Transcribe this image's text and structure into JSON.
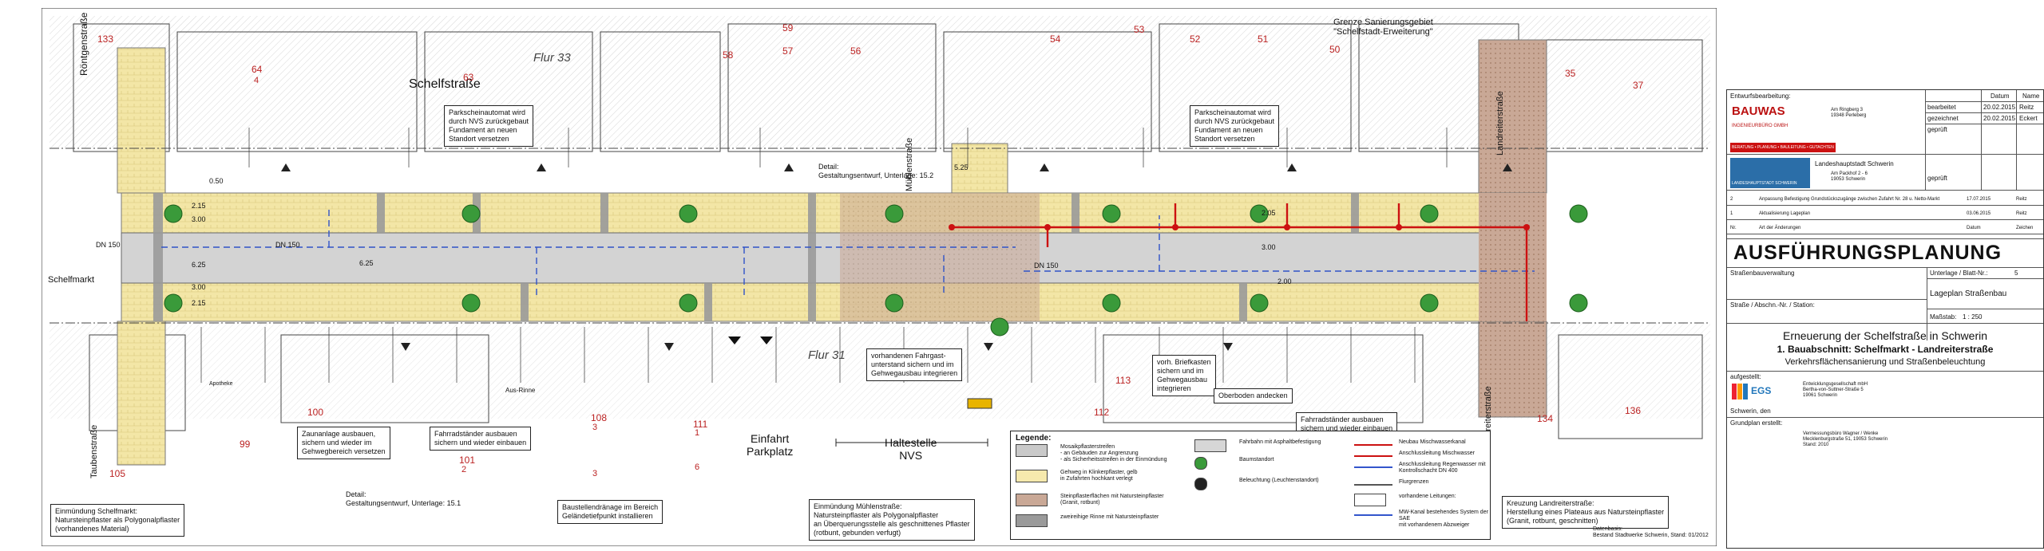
{
  "plan": {
    "street_names": {
      "schelfstrasse": "Schelfstraße",
      "roentgenstrasse": "Röntgenstraße",
      "muehlenstrasse": "Mühlenstraße",
      "landreiterstrasse_top": "Landreiterstraße",
      "landreiterstrasse_bottom": "Landreiterstraße",
      "taubenstrasse": "Taubenstraße",
      "schelfmarkt": "Schelfmarkt"
    },
    "flur": {
      "f33": "Flur 33",
      "f31": "Flur 31"
    },
    "parcel_numbers": [
      "133",
      "64",
      "63",
      "58",
      "57",
      "56",
      "59",
      "54",
      "53",
      "52",
      "51",
      "50",
      "35",
      "37",
      "100",
      "99",
      "101",
      "108",
      "111",
      "112",
      "113",
      "134",
      "136",
      "105"
    ],
    "parcel_subs": {
      "p64": "4",
      "p101": "2",
      "p103": "3",
      "p111a": "1",
      "p111b": "6",
      "p108": "3"
    },
    "labels": {
      "einfahrt": "Einfahrt\nParkplatz",
      "haltestelle": "Haltestelle\nNVS",
      "grenze": "Grenze Sanierungsgebiet\n\"Schelfstadt-Erweiterung\"",
      "aus_rinne": "Aus-Rinne",
      "apotheke": "Apotheke"
    },
    "callouts": {
      "parkschein1": "Parkscheinautomat wird\ndurch NVS zurückgebaut\nFundament an neuen\nStandort versetzen",
      "parkschein2": "Parkscheinautomat wird\ndurch NVS zurückgebaut\nFundament an neuen\nStandort versetzen",
      "detail1": "Detail:\nGestaltungsentwurf, Unterlage: 15.2",
      "detail2": "Detail:\nGestaltungsentwurf, Unterlage: 15.1",
      "fahrgast": "vorhandenen Fahrgast-\nunterstand sichern und im\nGehwegausbau integrieren",
      "briefkasten": "vorh. Briefkasten\nsichern und im\nGehwegausbau\nintegrieren",
      "oberboden": "Oberboden andecken",
      "fahrradstaender1": "Fahrradständer ausbauen\nsichern und wieder einbauen",
      "fahrradstaender2": "Fahrradständer ausbauen\nsichern und wieder einbauen",
      "zaun": "Zaunanlage ausbauen,\nsichern und wieder im\nGehwegbereich versetzen",
      "baudrain": "Baustellendränage im Bereich\nGeländetiefpunkt installieren",
      "einm_schelfmarkt": "Einmündung Schelfmarkt:\nNatursteinpflaster als Polygonalpflaster\n(vorhandenes Material)",
      "einm_muehlen": "Einmündung Mühlenstraße:\nNatursteinpflaster als Polygonalpflaster\nan Überquerungsstelle als geschnittenes Pflaster\n(rotbunt, gebunden verfugt)",
      "kreuzung": "Kreuzung Landreiterstraße:\nHerstellung eines Plateaus aus Natursteinpflaster\n(Granit, rotbunt, geschnitten)",
      "datenbasis": "Datenbasis:\nBestand Stadtwerke Schwerin, Stand: 01/2012"
    },
    "dims": [
      "2.15",
      "3.00",
      "6.25",
      "3.00",
      "2.15",
      "5.25",
      "6.25",
      "2.05",
      "3.00",
      "2.00",
      "DN 150",
      "DN 150",
      "DN 150",
      "0.50"
    ],
    "legend": {
      "title": "Legende:",
      "items": [
        {
          "label": "Mosaikpflasterstreifen\n- an Gebäuden zur Angrenzung\n- als Sicherheitsstreifen in der Einmündung",
          "color": "#c9c9c9"
        },
        {
          "label": "Gehweg in Klinkerpflaster, gelb\nin Zufahrten hochkant verlegt",
          "color": "#f6e9ad"
        },
        {
          "label": "Steinpflasterflächen mit Natursteinpflaster\n(Granit, rotbunt)",
          "color": "#c9a896"
        },
        {
          "label": "zweireihige Rinne mit Natursteinpflaster",
          "color": "#9a9a9a"
        },
        {
          "label": "Fahrbahn mit Asphaltbefestigung",
          "color": "#d6d6d6"
        },
        {
          "label": "Baumstandort",
          "color": "#3a9a3a"
        },
        {
          "label": "Beleuchtung (Leuchtenstandort)",
          "color": "#222222"
        },
        {
          "label": "Neubau Mischwasserkanal",
          "color": "#cc1111"
        },
        {
          "label": "Anschlussleitung Mischwasser",
          "color": "#cc1111"
        },
        {
          "label": "Anschlussleitung Regenwasser mit\nKontrollschacht DN 400",
          "color": "#3355cc"
        },
        {
          "label": "Flurgrenzen",
          "color": "#555555"
        },
        {
          "label": "vorhandene Leitungen:",
          "color": "#ffffff"
        },
        {
          "label": "MW-Kanal bestehendes System der SAE\nmit vorhandenem Abzweiger",
          "color": "#3355cc"
        }
      ]
    }
  },
  "title_block": {
    "entwurf_label": "Entwurfsbearbeitung:",
    "company": "BAUWAS",
    "company_sub": "INGENIEURBÜRO GMBH",
    "company_tag": "BERATUNG • PLANUNG • BAULEITUNG • GUTACHTEN",
    "company_addr": "Am Ringberg 3\n19348 Perleberg",
    "col_datum": "Datum",
    "col_name": "Name",
    "bearbeitet": "bearbeitet",
    "bearbeitet_date": "20.02.2015",
    "bearbeitet_name": "Reitz",
    "gezeichnet": "gezeichnet",
    "gezeichnet_date": "20.02.2015",
    "gezeichnet_name": "Eckert",
    "geprueft": "geprüft",
    "client": "Landeshauptstadt Schwerin",
    "client_addr": "Am Packhof 2 - 6\n19053 Schwerin",
    "client_logo": "LANDESHAUPTSTADT SCHWERIN",
    "geprueft2": "geprüft",
    "revisions": [
      {
        "nr": "2",
        "text": "Anpassung Befestigung Grundstückszugänge zwischen Zufahrt Nr. 28 u. Netto-Markt",
        "datum": "17.07.2015",
        "name": "Reitz"
      },
      {
        "nr": "1",
        "text": "Aktualisierung Lageplan",
        "datum": "03.06.2015",
        "name": "Reitz"
      },
      {
        "nr": "Nr.",
        "text": "Art der Änderungen",
        "datum": "Datum",
        "name": "Zeichen"
      }
    ],
    "heading": "AUSFÜHRUNGSPLANUNG",
    "strassenbauverwaltung": "Straßenbauverwaltung",
    "unterlage_label": "Unterlage / Blatt-Nr.:",
    "unterlage_value": "5",
    "lageplan": "Lageplan Straßenbau",
    "strasse_label": "Straße / Abschn.-Nr. / Station:",
    "massstab_label": "Maßstab:",
    "massstab_value": "1 : 250",
    "project_title": "Erneuerung der Schelfstraße in Schwerin",
    "project_section": "1. Bauabschnitt: Schelfmarkt - Landreiterstraße",
    "project_sub": "Verkehrsflächensanierung und Straßenbeleuchtung",
    "aufgestellt": "aufgestellt:",
    "egs_name": "EGS",
    "egs_desc": "Entwicklungsgesellschaft mbH\nBertha-von-Suttner-Straße 5\n19061 Schwerin",
    "schwerin_den": "Schwerin, den",
    "grundplan": "Grundplan erstellt:",
    "vermessung": "Vermessungsbüro Wagner / Wenke\nMecklenburgstraße 51, 19053 Schwerin\nStand: 2010"
  }
}
